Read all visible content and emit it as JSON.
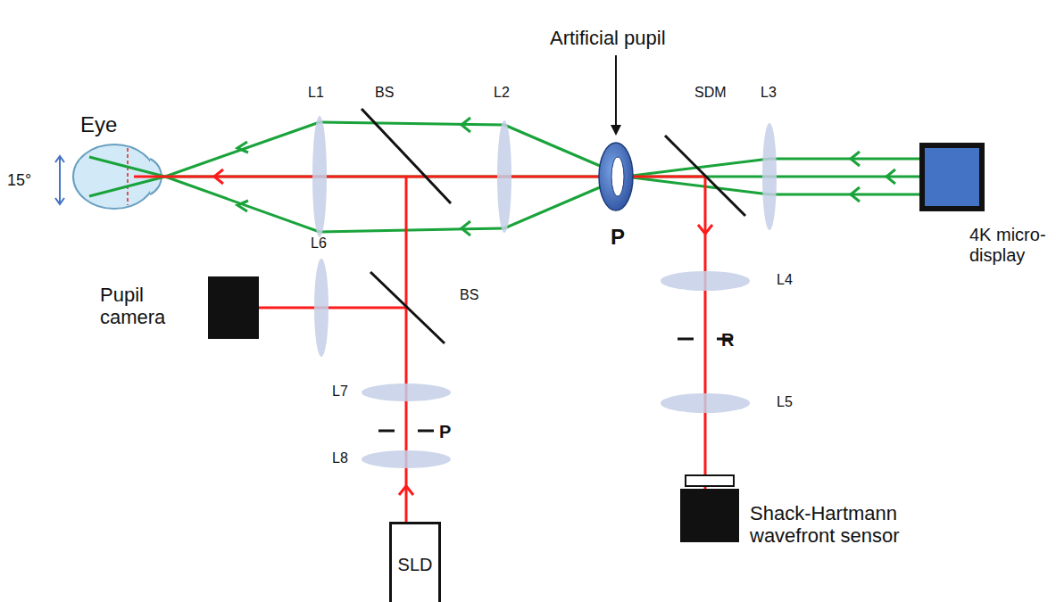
{
  "diagram": {
    "nodes": [
      {
        "text": [
          "SLD"
        ]
      }
    ],
    "labels": [
      "Eye",
      "15°",
      "L1",
      "BS",
      "L2",
      "Artificial pupil",
      "P",
      "SDM",
      "L3",
      "4K micro-display",
      "L6",
      "Pupil camera",
      "BS",
      "L4",
      "R",
      "L5",
      "Shack-Hartmann wavefront sensor",
      "L7",
      "P",
      "L8"
    ]
  }
}
